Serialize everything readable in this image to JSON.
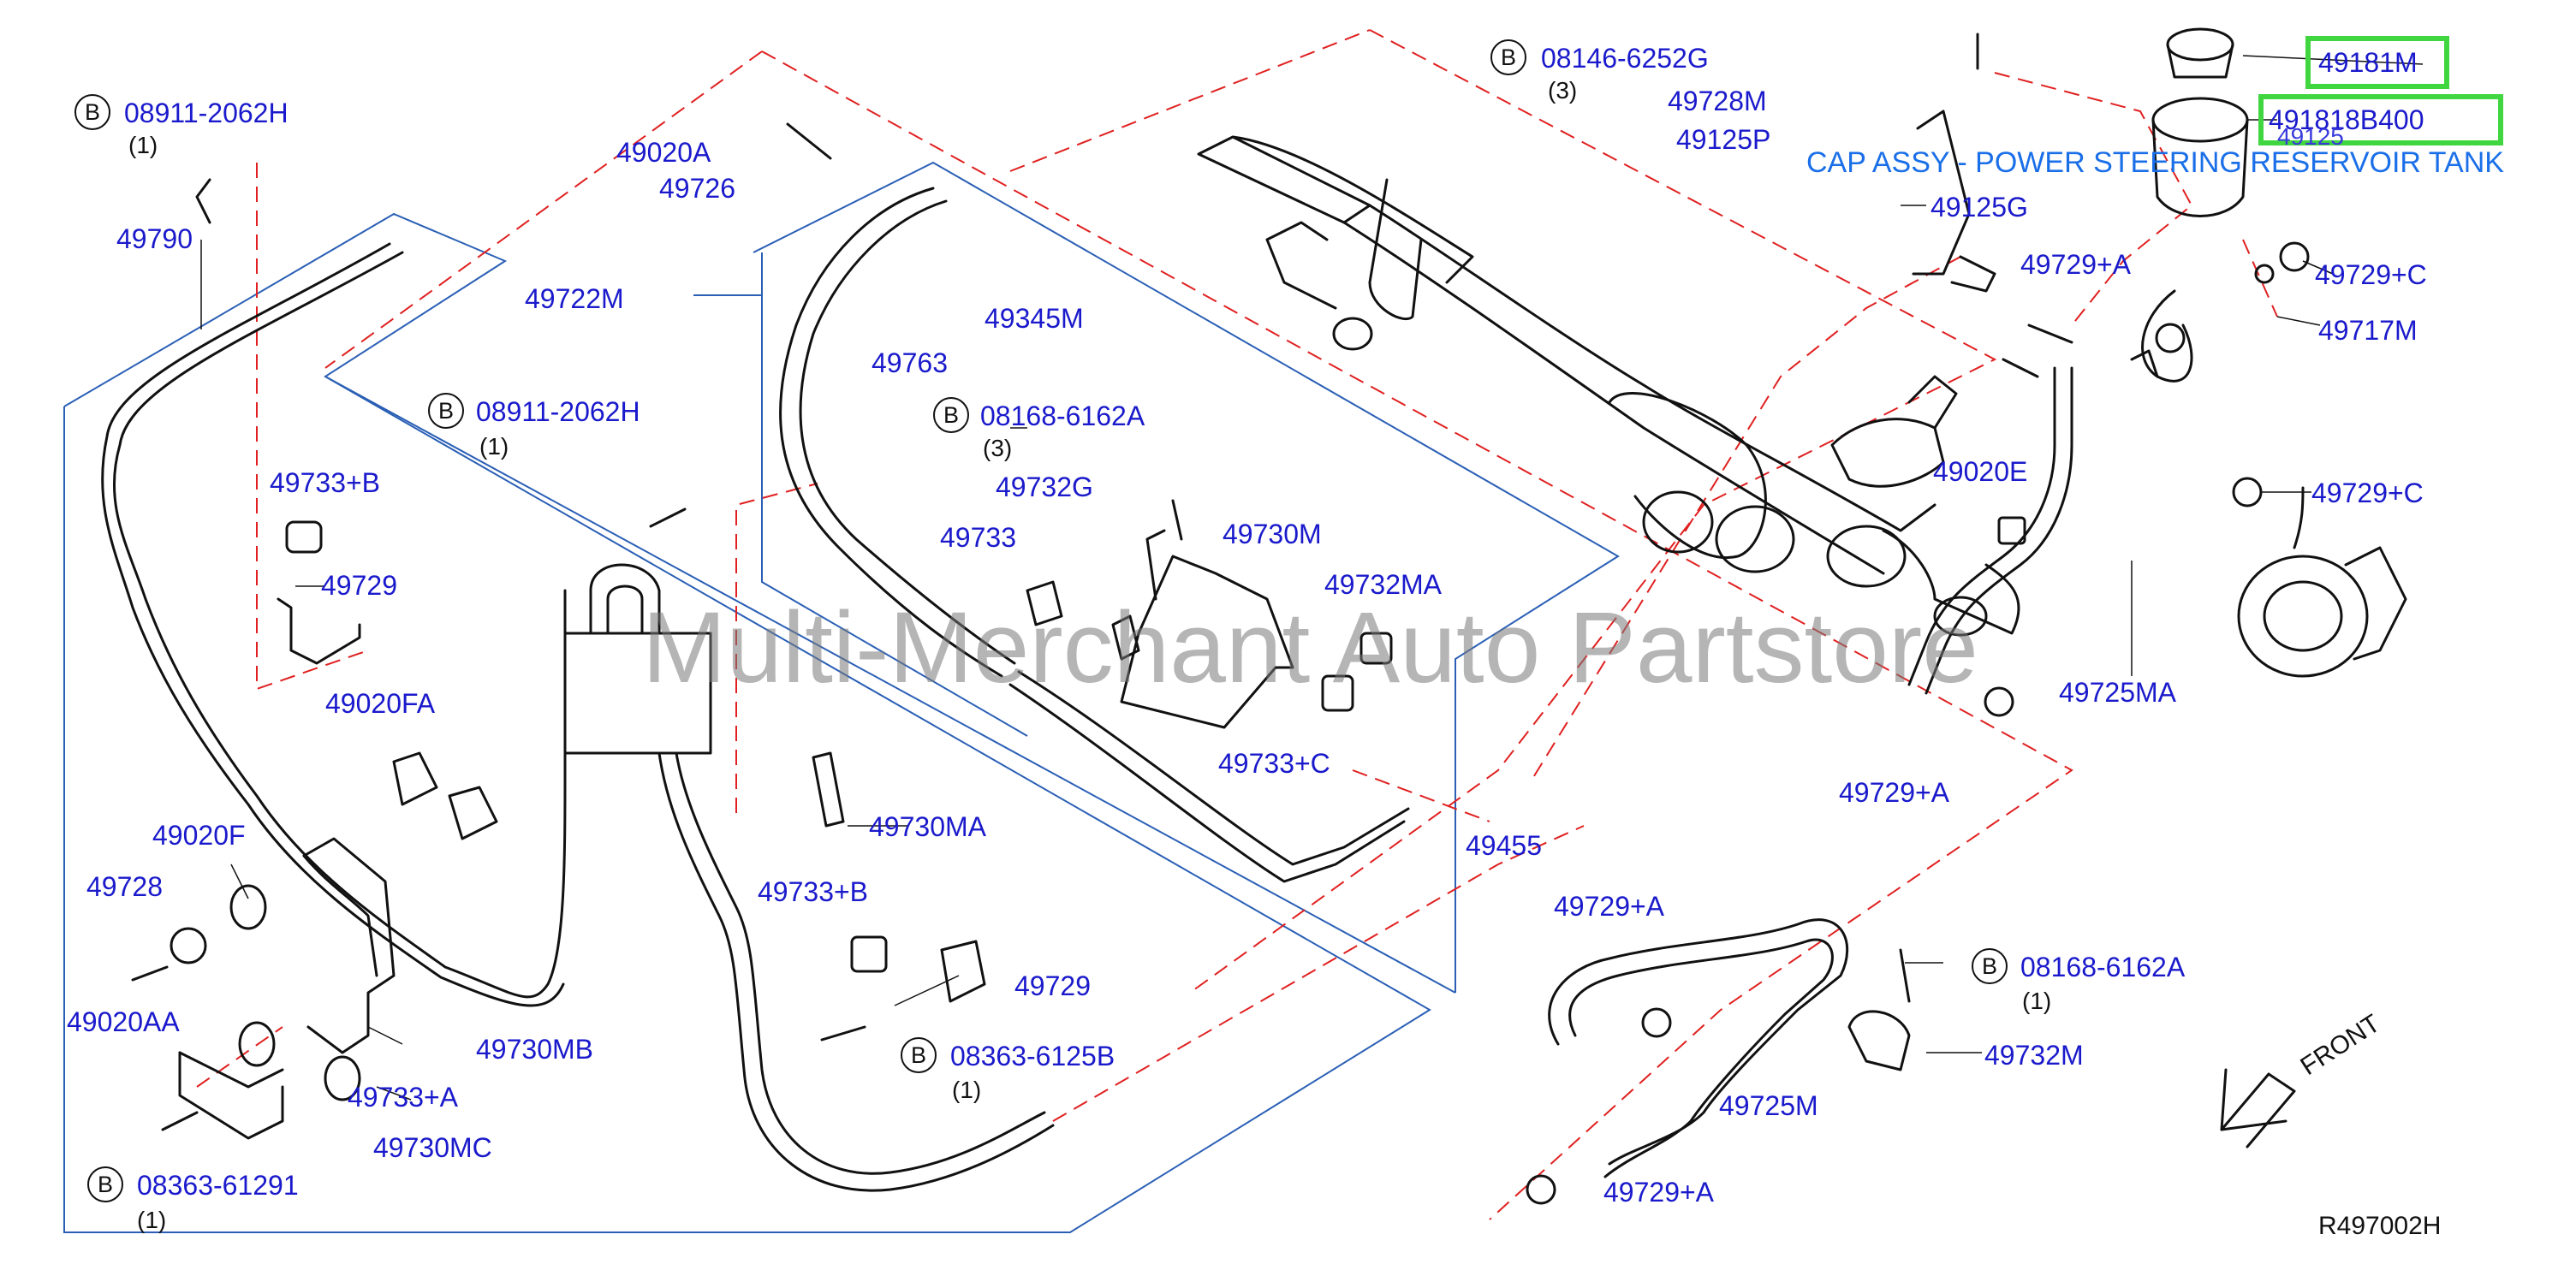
{
  "highlight_color": "#3fd63f",
  "label_color": "#1a1acc",
  "description_color": "#1a6fe8",
  "dash_color": "#e02020",
  "box_color": "#2a5fb5",
  "bolt_marker": "B",
  "parts": {
    "p49181M": "49181M",
    "p49181_8B400": "491818B400",
    "p49125": "49125",
    "p08146_6252G": "08146-6252G",
    "q08146": "(3)",
    "p49728M": "49728M",
    "p49125P": "49125P",
    "p49125G": "49125G",
    "p49729A_top": "49729+A",
    "p49729C_1": "49729+C",
    "p49717M": "49717M",
    "p49729C_2": "49729+C",
    "p49020E": "49020E",
    "p49725MA": "49725MA",
    "p49729A_mid": "49729+A",
    "p08911_2062H_a": "08911-2062H",
    "q08911_a": "(1)",
    "p49790": "49790",
    "p49020A": "49020A",
    "p49726": "49726",
    "p49722M": "49722M",
    "p49345M": "49345M",
    "p49763": "49763",
    "p08911_2062H_b": "08911-2062H",
    "q08911_b": "(1)",
    "p08168_6162A_a": "08168-6162A",
    "q08168_a": "(3)",
    "p49733B_a": "49733+B",
    "p49732G": "49732G",
    "p49733": "49733",
    "p49730M": "49730M",
    "p49729_a": "49729",
    "p49732MA": "49732MA",
    "p49020FA": "49020FA",
    "p49733C": "49733+C",
    "p49730MA": "49730MA",
    "p49455": "49455",
    "p49020F": "49020F",
    "p49728": "49728",
    "p49733B_b": "49733+B",
    "p49729_b": "49729",
    "p49020AA": "49020AA",
    "p49730MB": "49730MB",
    "p08363_6125B": "08363-6125B",
    "q08363_a": "(1)",
    "p49733A": "49733+A",
    "p49730MC": "49730MC",
    "p08363_61291": "08363-61291",
    "q08363_b": "(1)",
    "p49729A_low1": "49729+A",
    "p08168_6162A_b": "08168-6162A",
    "q08168_b": "(1)",
    "p49732M": "49732M",
    "p49725M": "49725M",
    "p49729A_low2": "49729+A"
  },
  "description": "CAP ASSY - POWER STEERING RESERVOIR TANK",
  "watermark": "Multi-Merchant Auto Partstore",
  "front_label": "FRONT",
  "diagram_ref": "R497002H"
}
